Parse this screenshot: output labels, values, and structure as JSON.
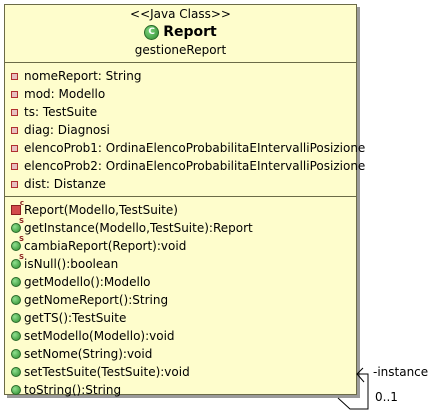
{
  "class": {
    "stereotype": "<<Java Class>>",
    "icon": "C",
    "name": "Report",
    "package": "gestioneReport"
  },
  "attributes": [
    "nomeReport: String",
    "mod: Modello",
    "ts: TestSuite",
    "diag: Diagnosi",
    "elencoProb1: OrdinaElencoProbabilitaEIntervalliPosizione",
    "elencoProb2: OrdinaElencoProbabilitaEIntervalliPosizione",
    "dist: Distanze"
  ],
  "operations": [
    {
      "label": "Report(Modello,TestSuite)",
      "kind": "constructor",
      "modifier": "c"
    },
    {
      "label": "getInstance(Modello,TestSuite):Report",
      "kind": "method",
      "modifier": "S"
    },
    {
      "label": "cambiaReport(Report):void",
      "kind": "method",
      "modifier": "S"
    },
    {
      "label": "isNull():boolean",
      "kind": "method",
      "modifier": "S"
    },
    {
      "label": "getModello():Modello",
      "kind": "method",
      "modifier": ""
    },
    {
      "label": "getNomeReport():String",
      "kind": "method",
      "modifier": ""
    },
    {
      "label": "getTS():TestSuite",
      "kind": "method",
      "modifier": ""
    },
    {
      "label": "setModello(Modello):void",
      "kind": "method",
      "modifier": ""
    },
    {
      "label": "setNome(String):void",
      "kind": "method",
      "modifier": ""
    },
    {
      "label": "setTestSuite(TestSuite):void",
      "kind": "method",
      "modifier": ""
    },
    {
      "label": "toString():String",
      "kind": "method",
      "modifier": ""
    }
  ],
  "association": {
    "role": "-instance",
    "multiplicity": "0..1"
  }
}
